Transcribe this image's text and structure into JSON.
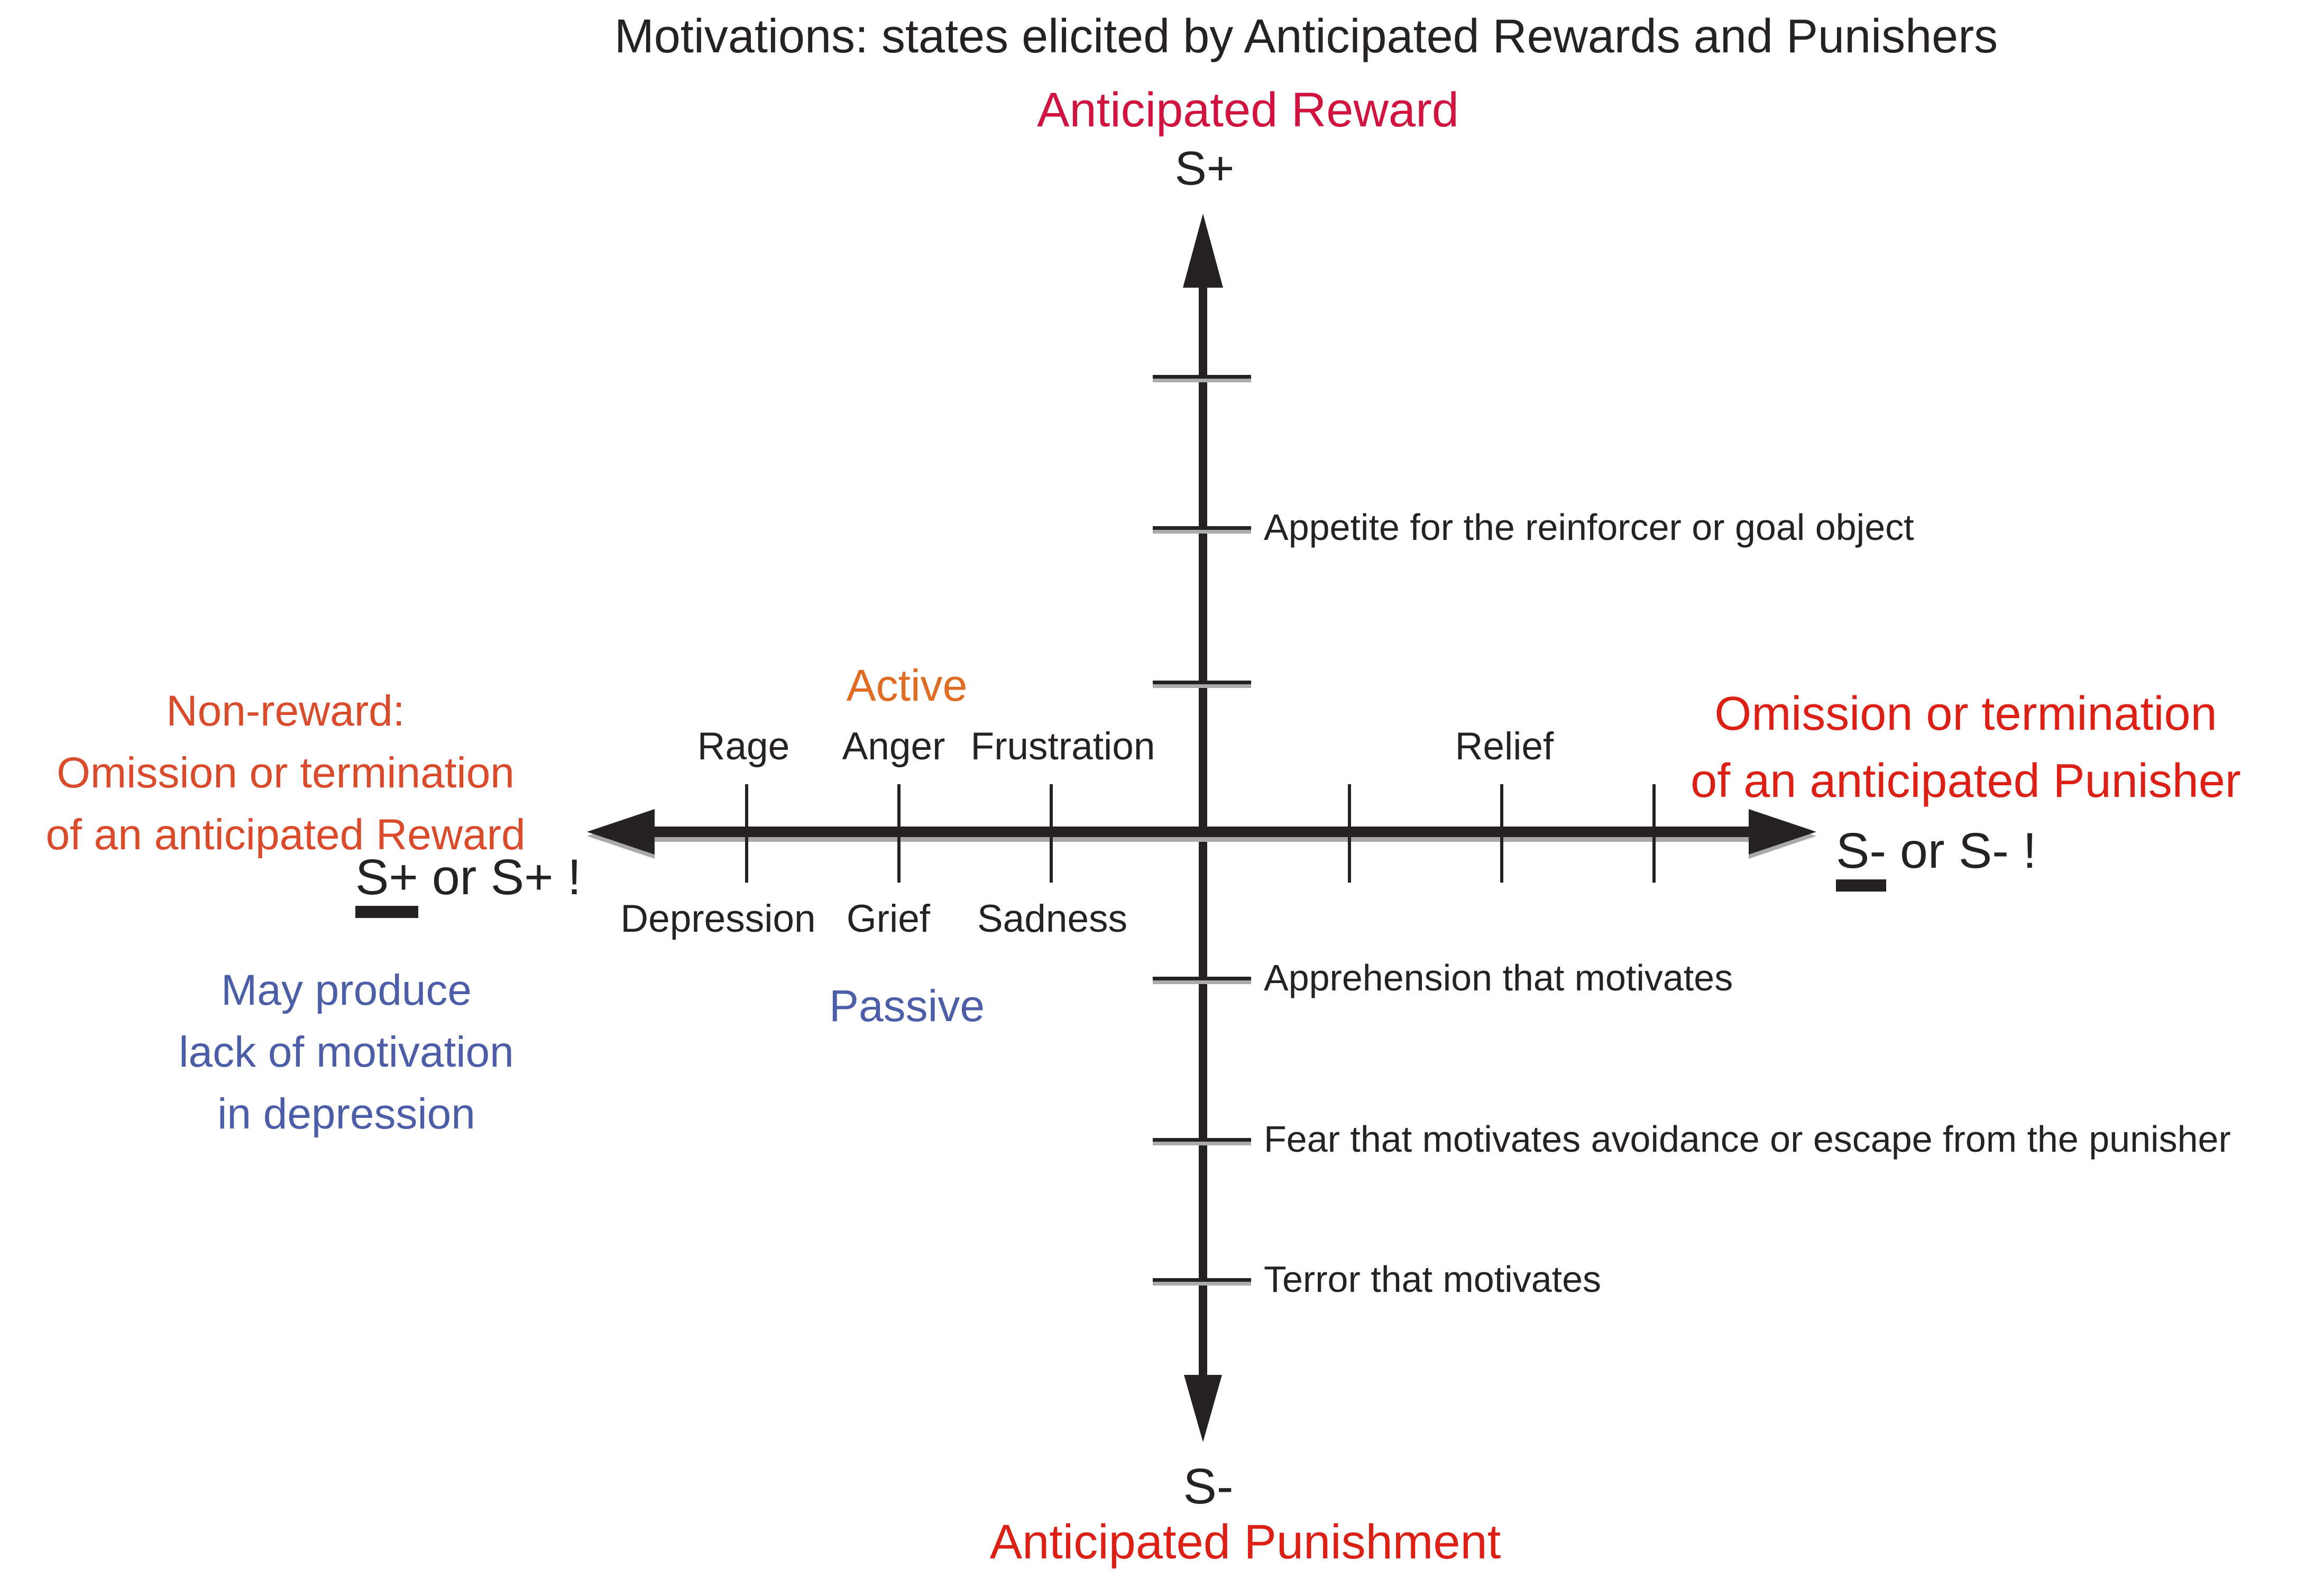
{
  "title": "Motivations: states elicited by Anticipated Rewards and Punishers",
  "colors": {
    "text_black": "#262223",
    "crimson_reward": "#d0143f",
    "bright_red": "#dd2015",
    "orange_red_left": "#d94b2b",
    "orange_active": "#e06b22",
    "blue_passive": "#4c5ea8",
    "axis_shadow_gray": "#a9a9a9"
  },
  "vertical_axis": {
    "top_label": "Anticipated Reward",
    "top_symbol": "S+",
    "upper_tick_label": "Appetite for the reinforcer or goal object",
    "lower_tick_labels": [
      "Apprehension that motivates",
      "Fear that motivates avoidance or escape from the punisher",
      "Terror that motivates"
    ],
    "bottom_symbol": "S-",
    "bottom_label": "Anticipated Punishment"
  },
  "horizontal_axis": {
    "above_labels": [
      "Rage",
      "Anger",
      "Frustration"
    ],
    "below_labels": [
      "Depression",
      "Grief",
      "Sadness"
    ],
    "right_tick_label": "Relief",
    "left_heading_lines": "Non-reward:\nOmission or termination\nof an anticipated Reward",
    "left_notation": {
      "underlined": "S+",
      "rest": "or S+ !"
    },
    "left_note_lines": "May produce\nlack of motivation\nin depression",
    "right_heading_lines": "Omission or termination\nof an anticipated Punisher",
    "right_notation": {
      "underlined": "S-",
      "rest": "or S- !"
    }
  },
  "quadrants": {
    "active": "Active",
    "passive": "Passive"
  }
}
